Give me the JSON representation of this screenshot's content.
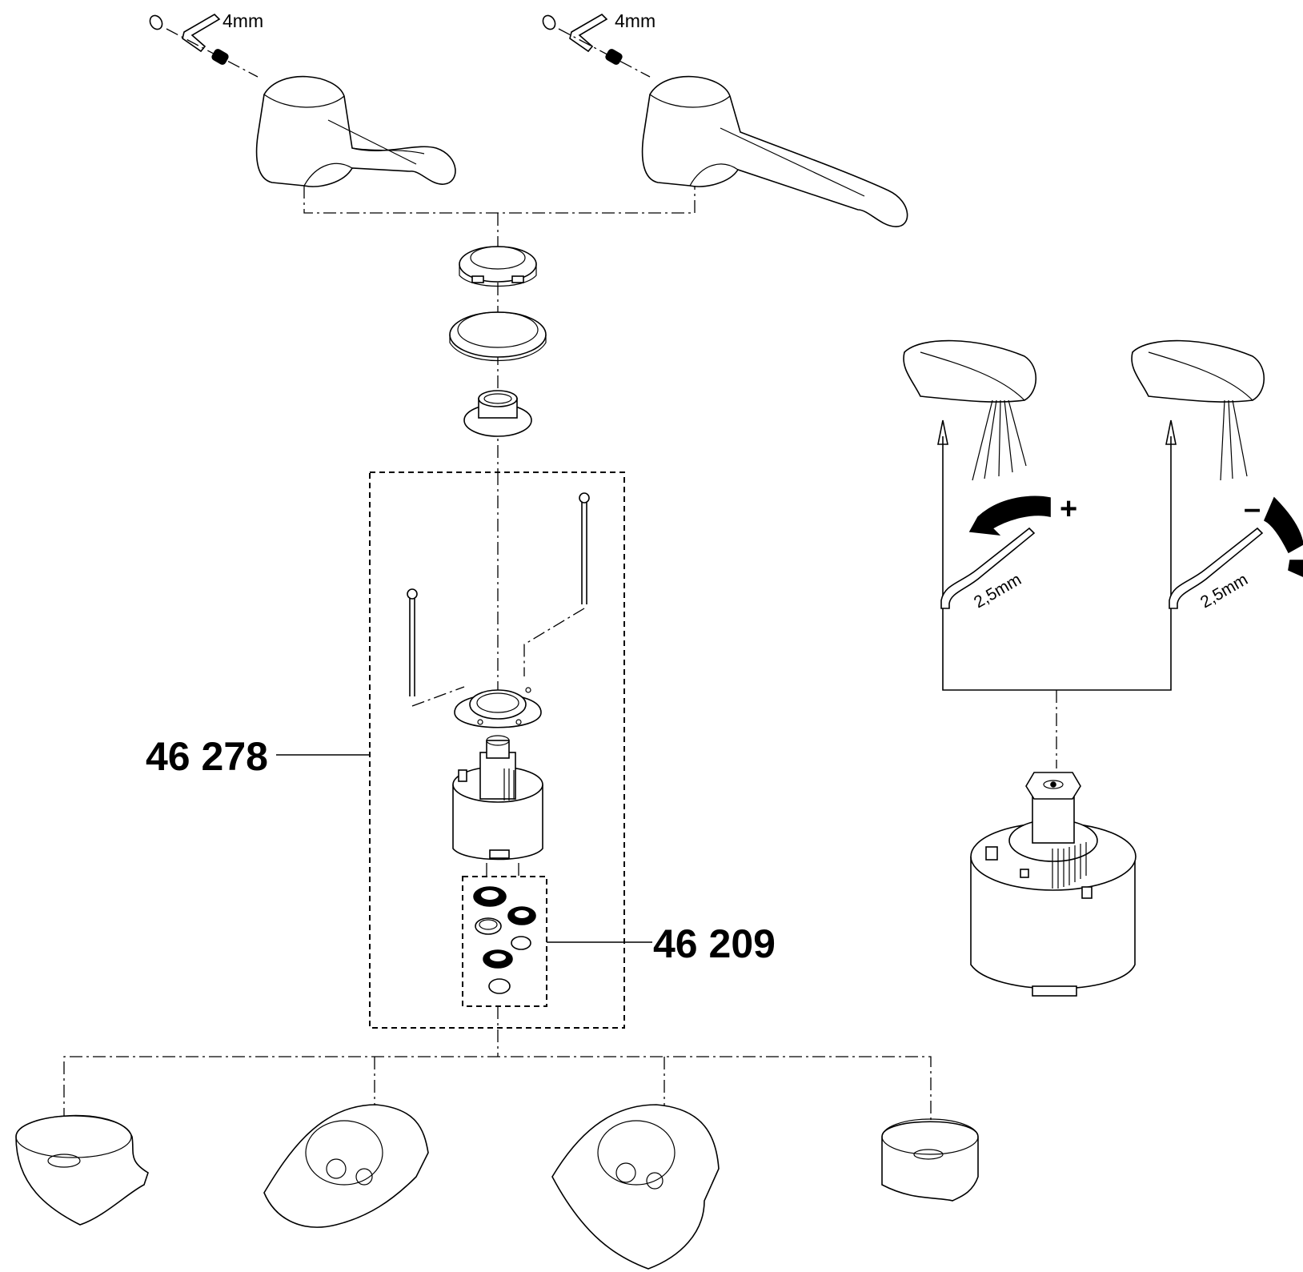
{
  "labels": {
    "hex_key_left": "4mm",
    "hex_key_right": "4mm",
    "cartridge_kit": "46 278",
    "seal_kit": "46 209",
    "key_small_left": "2,5mm",
    "key_small_right": "2,5mm",
    "plus": "+",
    "minus": "–"
  }
}
